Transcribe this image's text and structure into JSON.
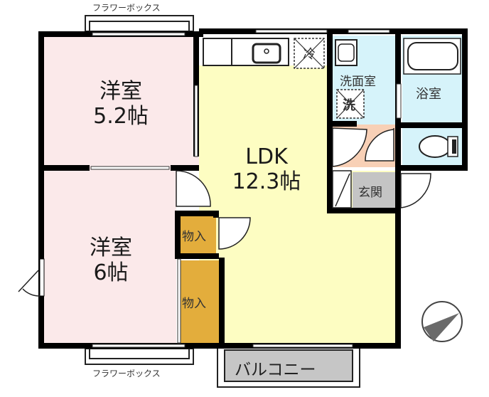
{
  "floorplan": {
    "colors": {
      "western_room": "#fbe9ea",
      "ldk": "#fdfdc2",
      "wet_area": "#d6f3fa",
      "corridor": "#f8d0b6",
      "entrance": "#c4c4c4",
      "storage": "#e3ad3c",
      "balcony": "#c6c6c6",
      "wall": "#000000"
    },
    "rooms": {
      "western_room_1": {
        "name": "洋室",
        "size": "5.2帖"
      },
      "western_room_2": {
        "name": "洋室",
        "size": "6帖"
      },
      "ldk": {
        "name": "LDK",
        "size": "12.3帖"
      },
      "washroom": {
        "name": "洗面室",
        "washer_mark": "洗"
      },
      "bathroom": {
        "name": "浴室"
      },
      "entrance": {
        "name": "玄関"
      },
      "storage_1": {
        "name": "物入"
      },
      "storage_2": {
        "name": "物入"
      },
      "balcony": {
        "name": "バルコニー"
      }
    },
    "kitchen": {
      "fridge_mark": "冷"
    },
    "flower_box_top": "フラワーボックス",
    "flower_box_bottom": "フラワーボックス",
    "compass": {
      "icon": "north-arrow"
    }
  }
}
